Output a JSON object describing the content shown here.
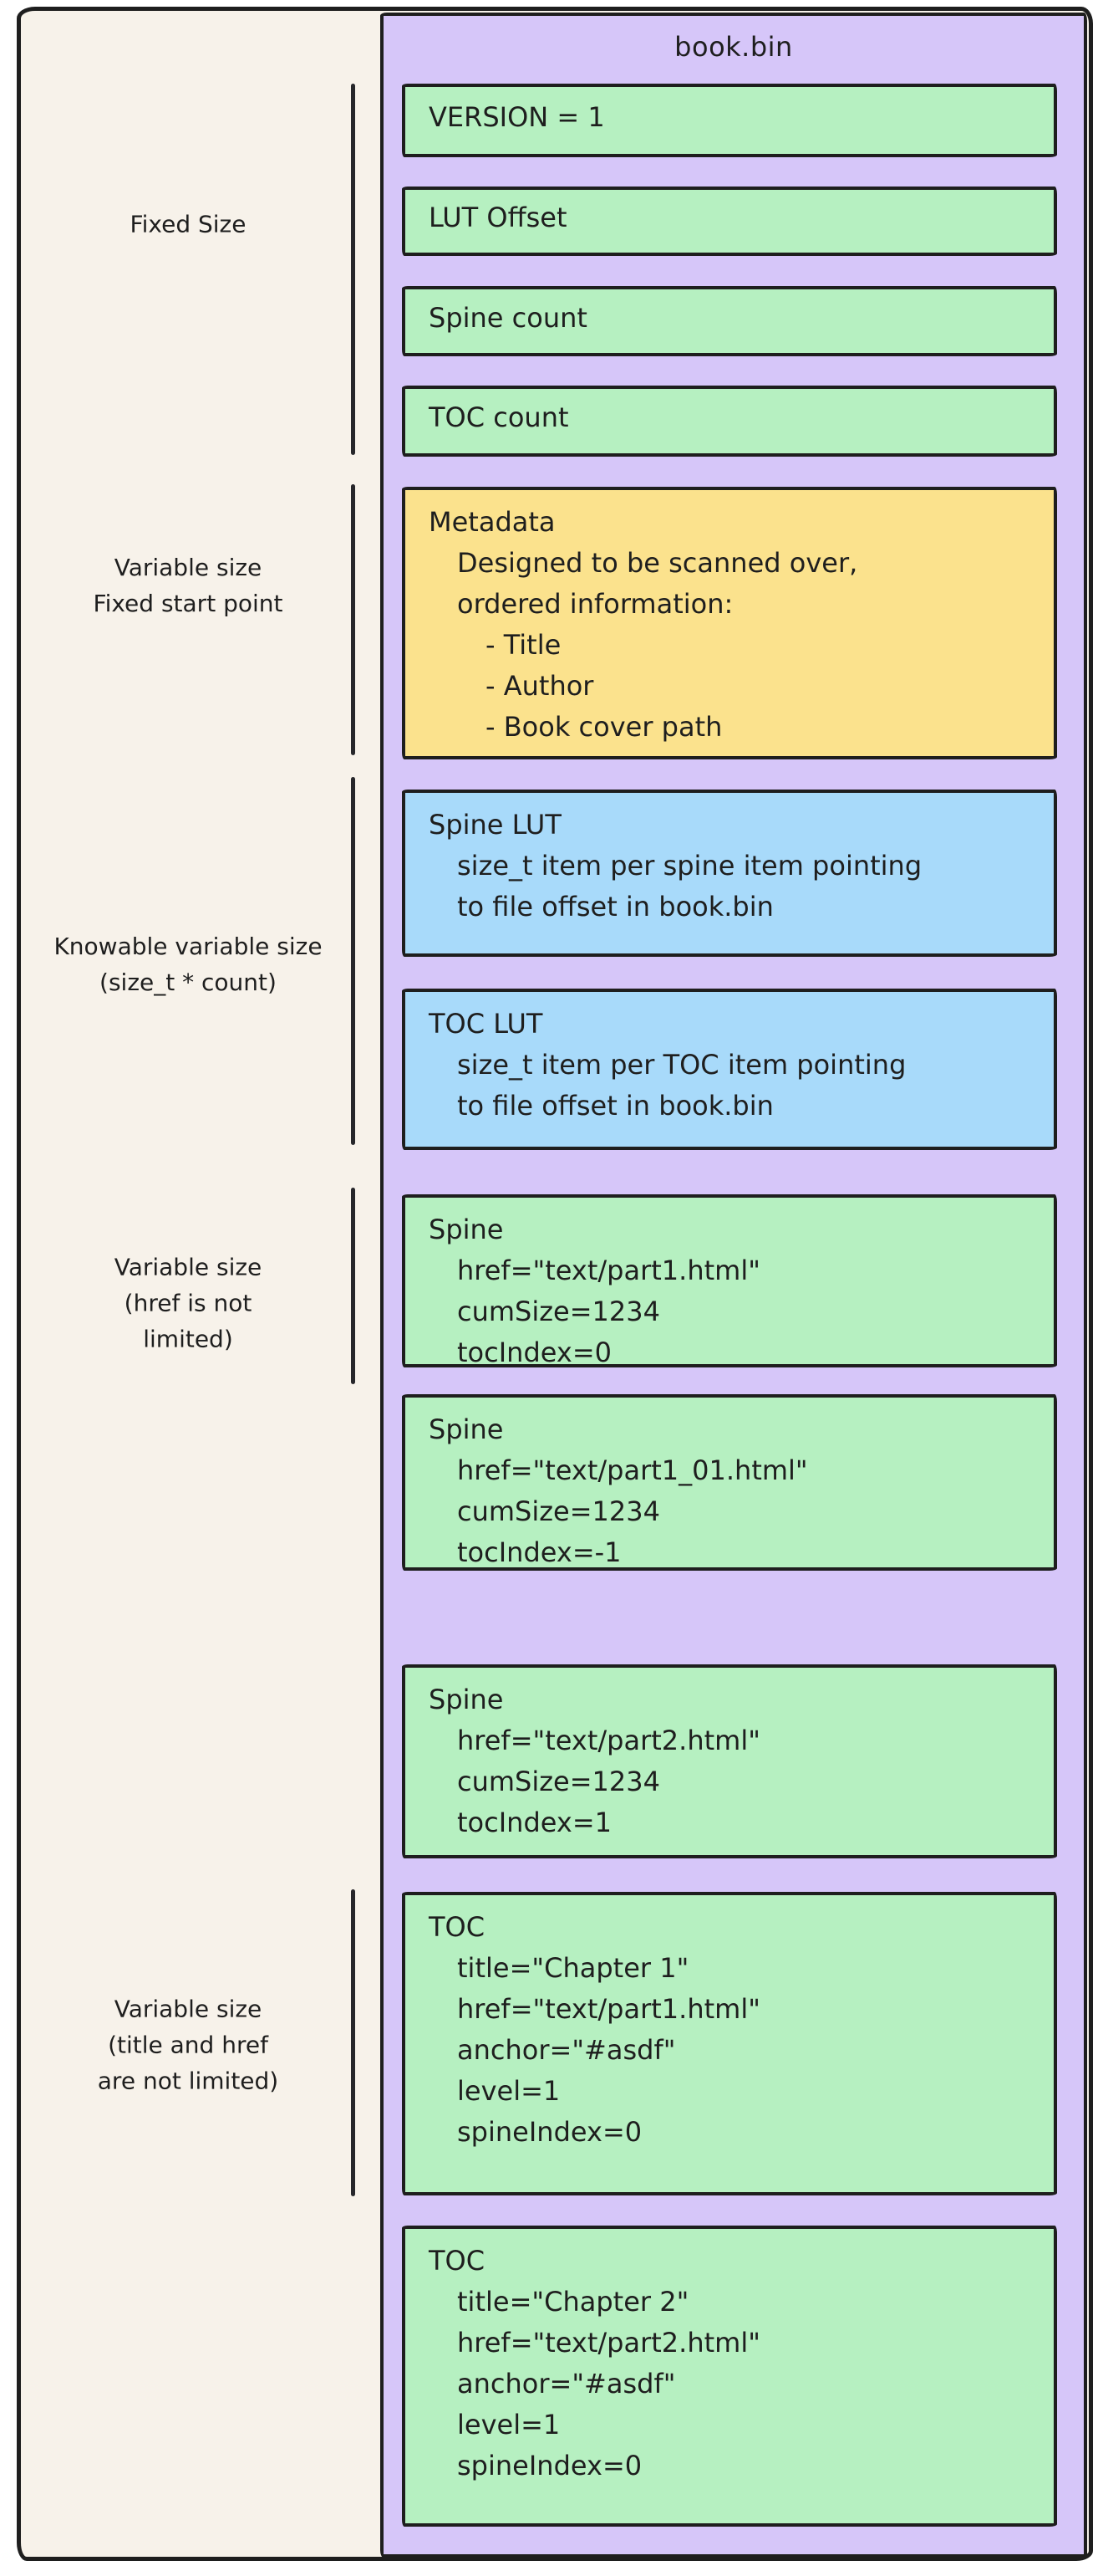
{
  "canvas": {
    "background": "#ffffff",
    "paper_fill": "#f7f2ea",
    "stroke": "#1e1e1e"
  },
  "container": {
    "title": "book.bin",
    "fill": "#d6c6f9"
  },
  "palette": {
    "green": "#b6f0c1",
    "yellow": "#fbe28d",
    "blue": "#a8dafa"
  },
  "side_labels": [
    {
      "name": "label-fixed-size",
      "lines": [
        "Fixed Size"
      ]
    },
    {
      "name": "label-variable-size-fixed-start",
      "lines": [
        "Variable size",
        "Fixed start point"
      ]
    },
    {
      "name": "label-knowable-variable-size",
      "lines": [
        "Knowable variable size",
        "(size_t * count)"
      ]
    },
    {
      "name": "label-variable-size-href",
      "lines": [
        "Variable size",
        "(href is not",
        "limited)"
      ]
    },
    {
      "name": "label-variable-size-title-href",
      "lines": [
        "Variable size",
        "(title and href",
        "are not limited)"
      ]
    }
  ],
  "blocks": [
    {
      "name": "block-version",
      "color": "green",
      "lines": [
        {
          "indent": 0,
          "text": "VERSION = 1"
        }
      ]
    },
    {
      "name": "block-lut-offset",
      "color": "green",
      "lines": [
        {
          "indent": 0,
          "text": "LUT Offset"
        }
      ]
    },
    {
      "name": "block-spine-count",
      "color": "green",
      "lines": [
        {
          "indent": 0,
          "text": "Spine count"
        }
      ]
    },
    {
      "name": "block-toc-count",
      "color": "green",
      "lines": [
        {
          "indent": 0,
          "text": "TOC count"
        }
      ]
    },
    {
      "name": "block-metadata",
      "color": "yellow",
      "lines": [
        {
          "indent": 0,
          "text": "Metadata"
        },
        {
          "indent": 1,
          "text": "Designed to be scanned over,"
        },
        {
          "indent": 1,
          "text": "ordered information:"
        },
        {
          "indent": 2,
          "text": "- Title"
        },
        {
          "indent": 2,
          "text": "- Author"
        },
        {
          "indent": 2,
          "text": "- Book cover path"
        }
      ]
    },
    {
      "name": "block-spine-lut",
      "color": "blue",
      "lines": [
        {
          "indent": 0,
          "text": "Spine LUT"
        },
        {
          "indent": 1,
          "text": "size_t item per spine item pointing"
        },
        {
          "indent": 1,
          "text": "to file offset in book.bin"
        }
      ]
    },
    {
      "name": "block-toc-lut",
      "color": "blue",
      "lines": [
        {
          "indent": 0,
          "text": "TOC LUT"
        },
        {
          "indent": 1,
          "text": "size_t item per TOC item pointing"
        },
        {
          "indent": 1,
          "text": "to file offset in book.bin"
        }
      ]
    },
    {
      "name": "block-spine-1",
      "color": "green",
      "lines": [
        {
          "indent": 0,
          "text": "Spine"
        },
        {
          "indent": 1,
          "text": "href=\"text/part1.html\""
        },
        {
          "indent": 1,
          "text": "cumSize=1234"
        },
        {
          "indent": 1,
          "text": "tocIndex=0"
        }
      ]
    },
    {
      "name": "block-spine-2",
      "color": "green",
      "lines": [
        {
          "indent": 0,
          "text": "Spine"
        },
        {
          "indent": 1,
          "text": "href=\"text/part1_01.html\""
        },
        {
          "indent": 1,
          "text": "cumSize=1234"
        },
        {
          "indent": 1,
          "text": "tocIndex=-1"
        }
      ]
    },
    {
      "name": "block-spine-3",
      "color": "green",
      "lines": [
        {
          "indent": 0,
          "text": "Spine"
        },
        {
          "indent": 1,
          "text": "href=\"text/part2.html\""
        },
        {
          "indent": 1,
          "text": "cumSize=1234"
        },
        {
          "indent": 1,
          "text": "tocIndex=1"
        }
      ]
    },
    {
      "name": "block-toc-1",
      "color": "green",
      "lines": [
        {
          "indent": 0,
          "text": "TOC"
        },
        {
          "indent": 1,
          "text": "title=\"Chapter 1\""
        },
        {
          "indent": 1,
          "text": "href=\"text/part1.html\""
        },
        {
          "indent": 1,
          "text": "anchor=\"#asdf\""
        },
        {
          "indent": 1,
          "text": "level=1"
        },
        {
          "indent": 1,
          "text": "spineIndex=0"
        }
      ]
    },
    {
      "name": "block-toc-2",
      "color": "green",
      "lines": [
        {
          "indent": 0,
          "text": "TOC"
        },
        {
          "indent": 1,
          "text": "title=\"Chapter 2\""
        },
        {
          "indent": 1,
          "text": "href=\"text/part2.html\""
        },
        {
          "indent": 1,
          "text": "anchor=\"#asdf\""
        },
        {
          "indent": 1,
          "text": "level=1"
        },
        {
          "indent": 1,
          "text": "spineIndex=0"
        }
      ]
    }
  ]
}
